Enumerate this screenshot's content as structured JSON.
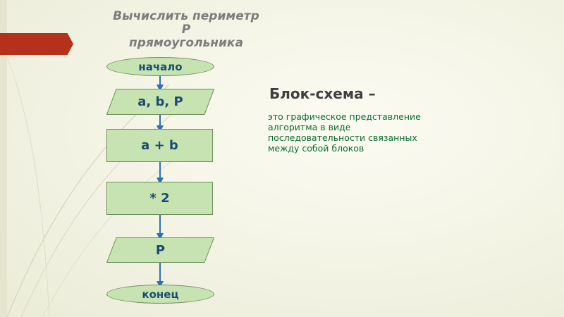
{
  "slide": {
    "title_lines": [
      "Вычислить периметр",
      "Р",
      "прямоугольника"
    ],
    "definition_title": "Блок-схема –",
    "definition_text": "это графическое представление алгоритма в виде последовательности связанных между собой блоков"
  },
  "flowchart": {
    "start": "начало",
    "input": "a, b, P",
    "step1": "a + b",
    "step2": "* 2",
    "output": "P",
    "end": "конец"
  },
  "colors": {
    "node_fill": "#c6e3b1",
    "node_text": "#1d4a73",
    "arrow": "#2f6fb3",
    "accent_tab": "#b5311c",
    "definition_text": "#0c6b2f"
  }
}
